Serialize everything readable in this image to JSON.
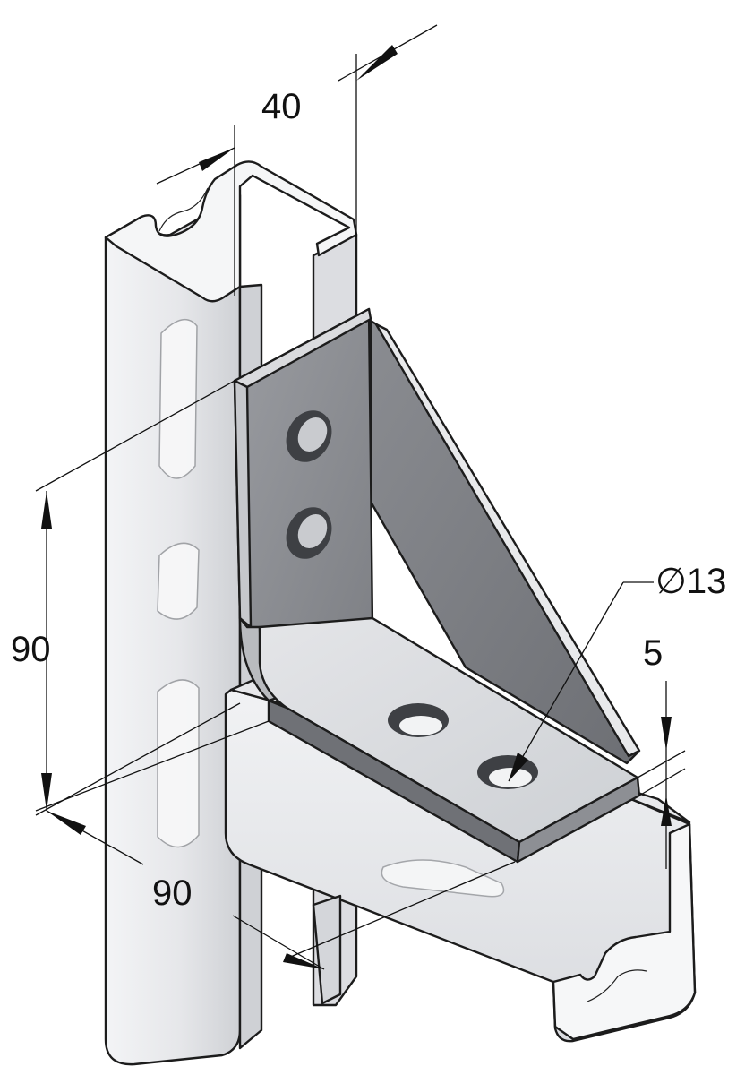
{
  "dimensions": {
    "channel_width": "40",
    "vertical_leg": "90",
    "horizontal_leg": "90",
    "hole_diameter": "∅13",
    "thickness": "5"
  },
  "colors": {
    "channel_face": "#e9eaed",
    "channel_shadow": "#c9cbd0",
    "bracket_dark": "#7b7d82",
    "bracket_face": "#d6d7da",
    "outline": "#1c1c1c"
  }
}
